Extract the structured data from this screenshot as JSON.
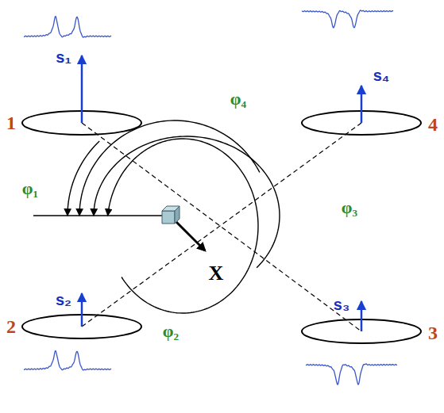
{
  "diagram": {
    "labels": [
      "1",
      "2",
      "3",
      "4",
      "s₁",
      "s₂",
      "s₃",
      "s₄",
      "φ₁",
      "φ₂",
      "φ₃",
      "φ₄",
      "X"
    ]
  }
}
